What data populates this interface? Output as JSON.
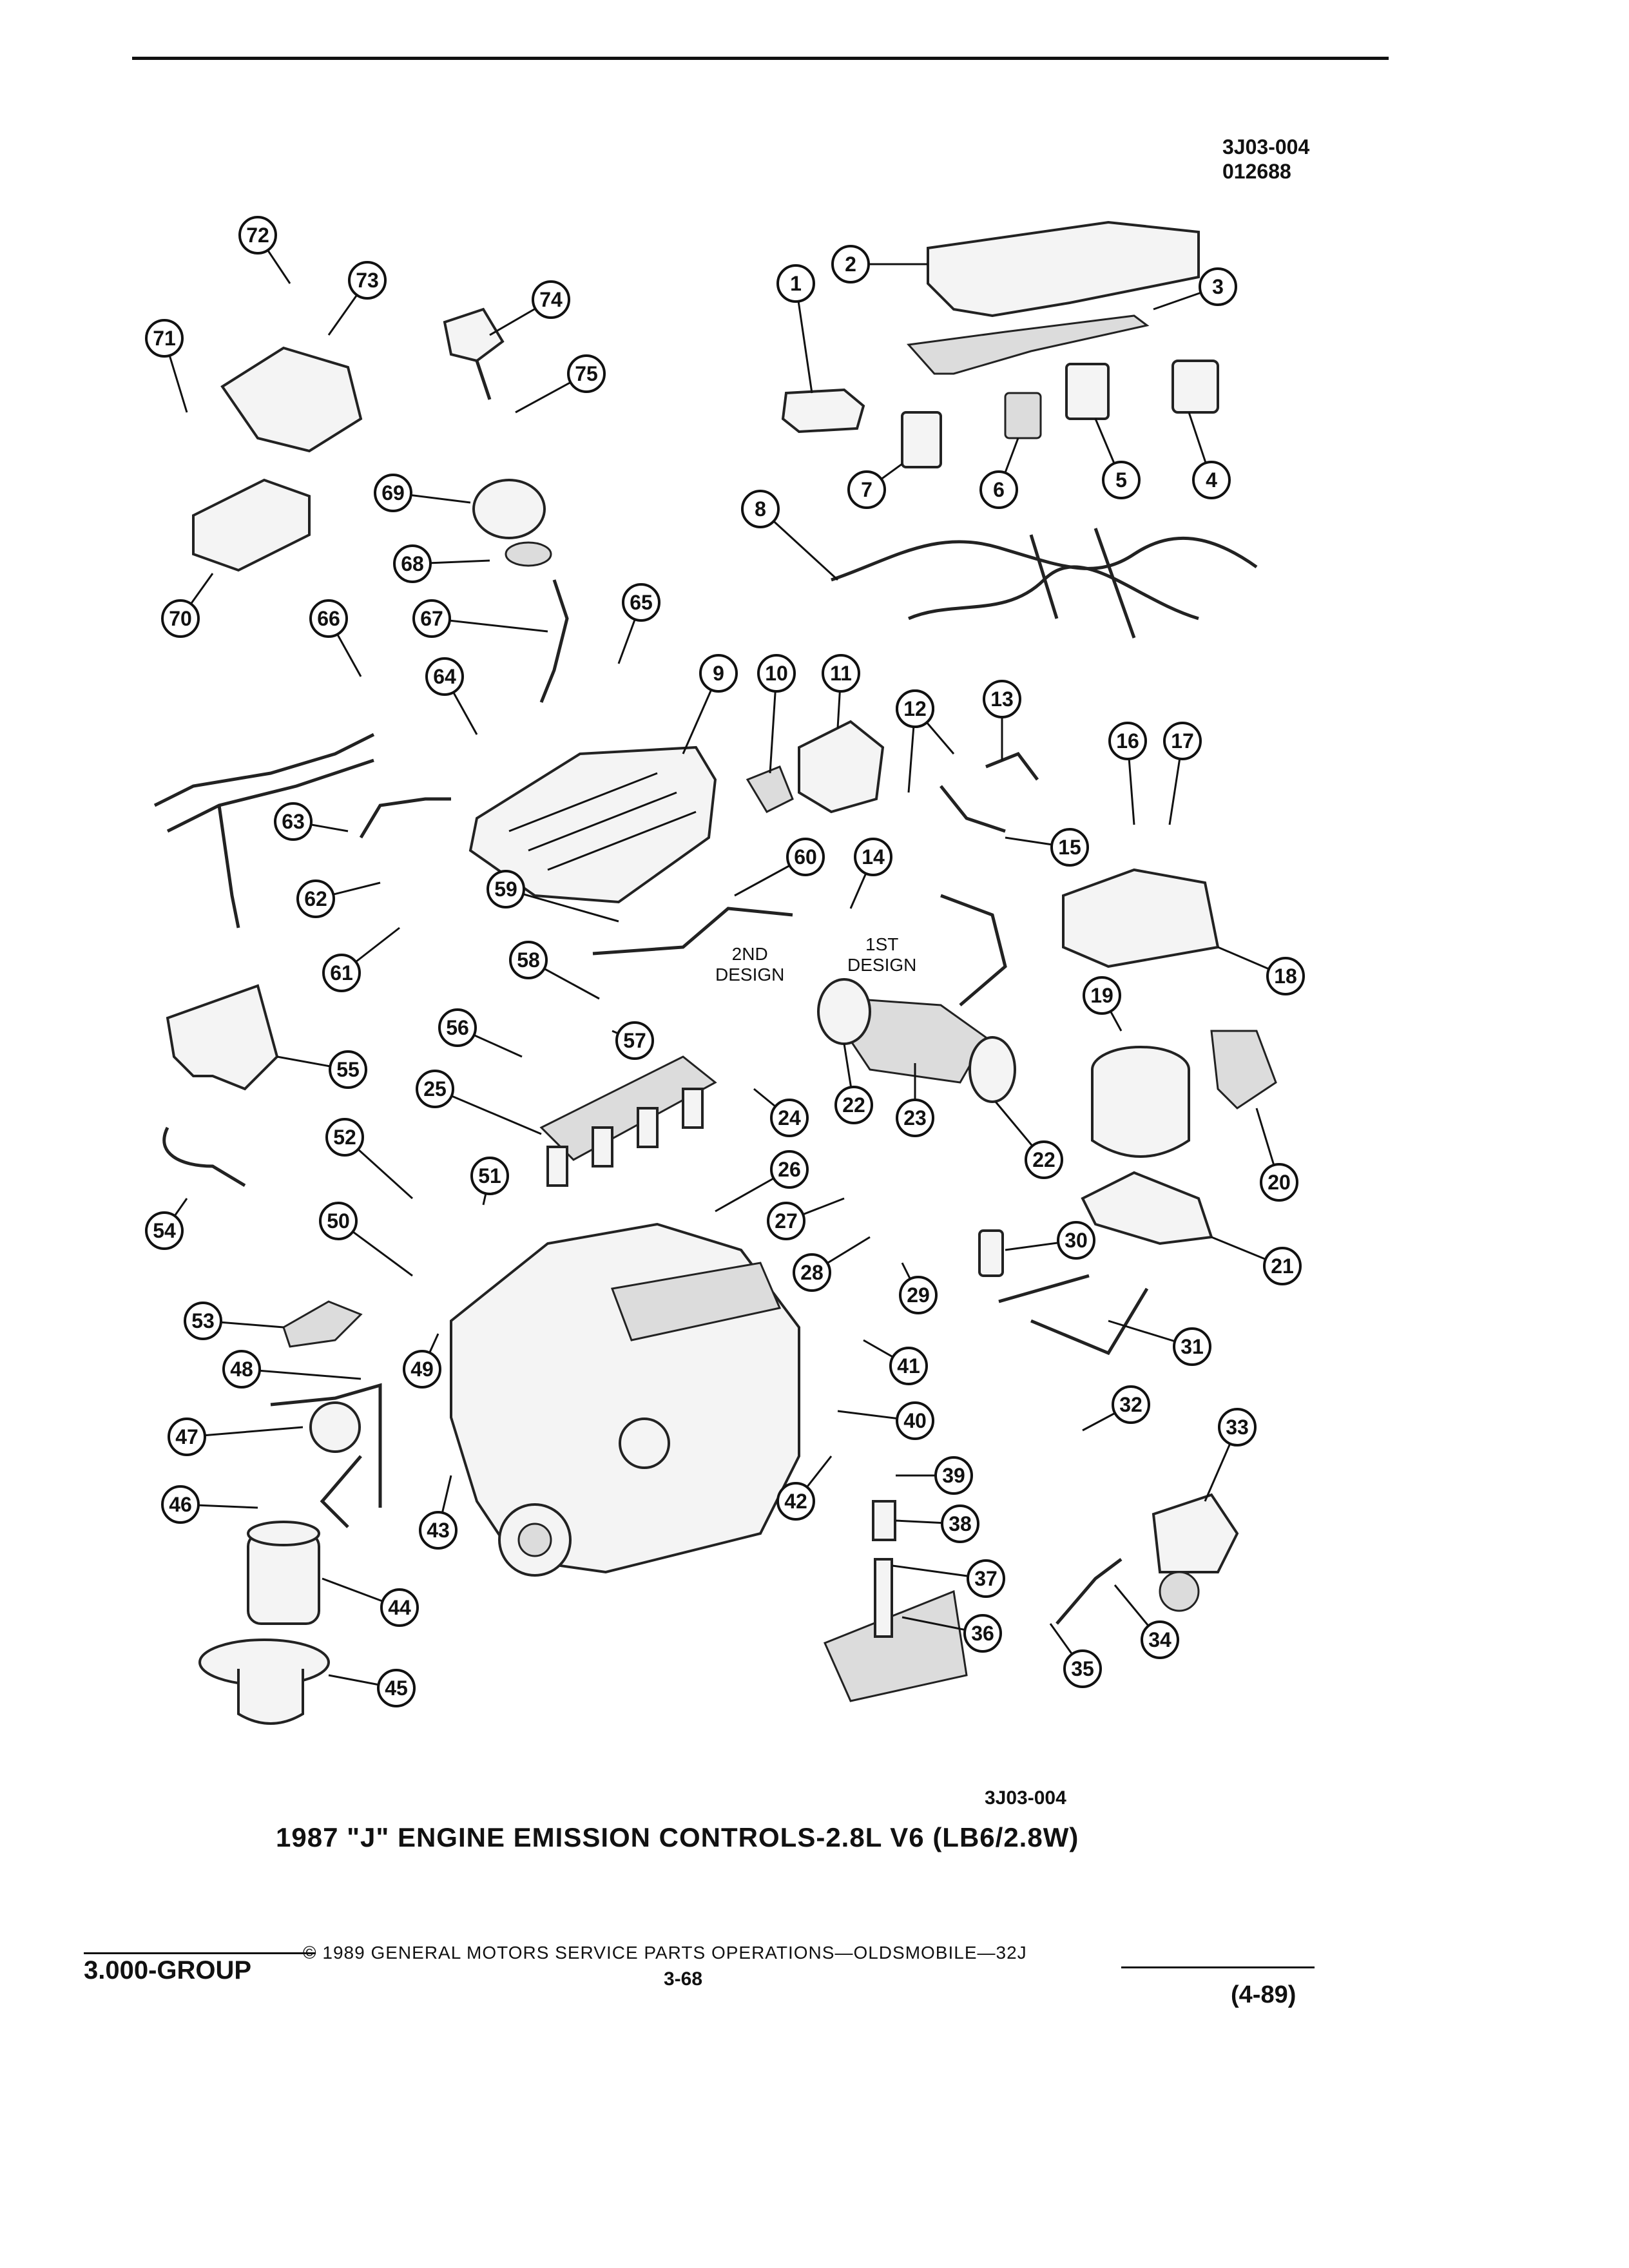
{
  "header": {
    "figure_code": "3J03-004",
    "catalog_code": "012688"
  },
  "figure": {
    "code": "3J03-004",
    "title": "1987 \"J\" ENGINE EMISSION CONTROLS-2.8L V6 (LB6/2.8W)",
    "labels": {
      "second_design": "2ND\nDESIGN",
      "first_design": "1ST\nDESIGN"
    }
  },
  "footer": {
    "group": "3.000-GROUP",
    "copyright": "© 1989 GENERAL MOTORS SERVICE PARTS OPERATIONS—OLDSMOBILE—32J",
    "page": "3-68",
    "revision": "(4-89)"
  },
  "callouts": [
    "1",
    "2",
    "3",
    "4",
    "5",
    "6",
    "7",
    "8",
    "9",
    "10",
    "11",
    "12",
    "12",
    "13",
    "14",
    "15",
    "16",
    "17",
    "18",
    "19",
    "20",
    "21",
    "22",
    "22",
    "23",
    "24",
    "25",
    "26",
    "27",
    "28",
    "29",
    "30",
    "31",
    "32",
    "33",
    "34",
    "35",
    "36",
    "37",
    "38",
    "39",
    "40",
    "41",
    "42",
    "43",
    "44",
    "45",
    "46",
    "47",
    "48",
    "49",
    "50",
    "51",
    "52",
    "53",
    "54",
    "55",
    "56",
    "57",
    "58",
    "59",
    "60",
    "61",
    "62",
    "63",
    "64",
    "65",
    "66",
    "67",
    "68",
    "69",
    "70",
    "71",
    "72",
    "73",
    "74",
    "75"
  ]
}
